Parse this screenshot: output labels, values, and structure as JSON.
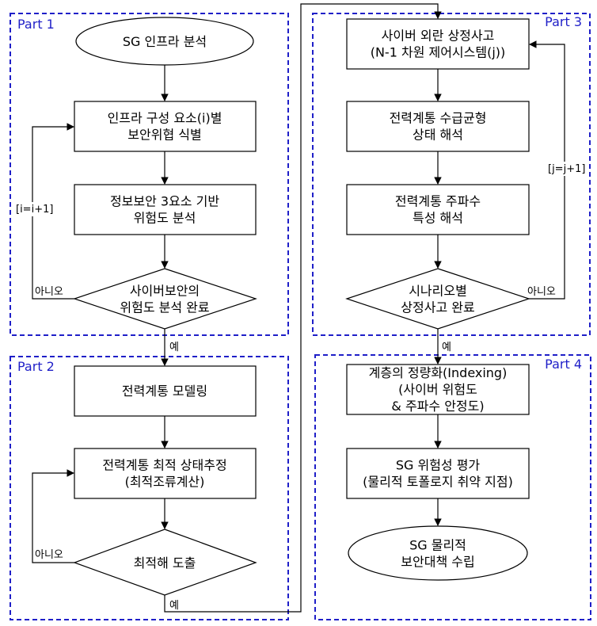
{
  "parts": {
    "p1": "Part 1",
    "p2": "Part 2",
    "p3": "Part 3",
    "p4": "Part 4"
  },
  "nodes": {
    "sg_analysis": [
      "SG 인프라 분석"
    ],
    "identify_threats": [
      "인프라 구성 요소(i)별",
      "보안위협 식별"
    ],
    "risk_analysis": [
      "정보보안 3요소 기반",
      "위험도 분석"
    ],
    "risk_complete": [
      "사이버보안의",
      "위험도 분석 완료"
    ],
    "power_modeling": [
      "전력계통 모델링"
    ],
    "state_estimation": [
      "전력계통 최적 상태추정",
      "(최적조류계산)"
    ],
    "optimal_solution": [
      "최적해 도출"
    ],
    "contingency": [
      "사이버 외란 상정사고",
      "(N-1 차원 제어시스템(j))"
    ],
    "balance_analysis": [
      "전력계통 수급균형",
      "상태 해석"
    ],
    "frequency_analysis": [
      "전력계통 주파수",
      "특성 해석"
    ],
    "scenario_complete": [
      "시나리오별",
      "상정사고 완료"
    ],
    "indexing": [
      "계층의 정량화(Indexing)",
      "(사이버 위험도",
      "& 주파수 안정도)"
    ],
    "sg_risk_eval": [
      "SG 위험성 평가",
      "(물리적 토폴로지 취약 지점)"
    ],
    "sg_countermeasure": [
      "SG 물리적",
      "보안대책 수립"
    ]
  },
  "edge_labels": {
    "i_increment": "[i=i+1]",
    "no_1": "아니오",
    "yes_1": "예",
    "no_2": "아니오",
    "yes_2": "예",
    "j_increment": "[j=j+1]",
    "no_3": "아니오",
    "yes_3": "예"
  },
  "colors": {
    "part_border": "#1f1fc8",
    "line": "#000000"
  }
}
